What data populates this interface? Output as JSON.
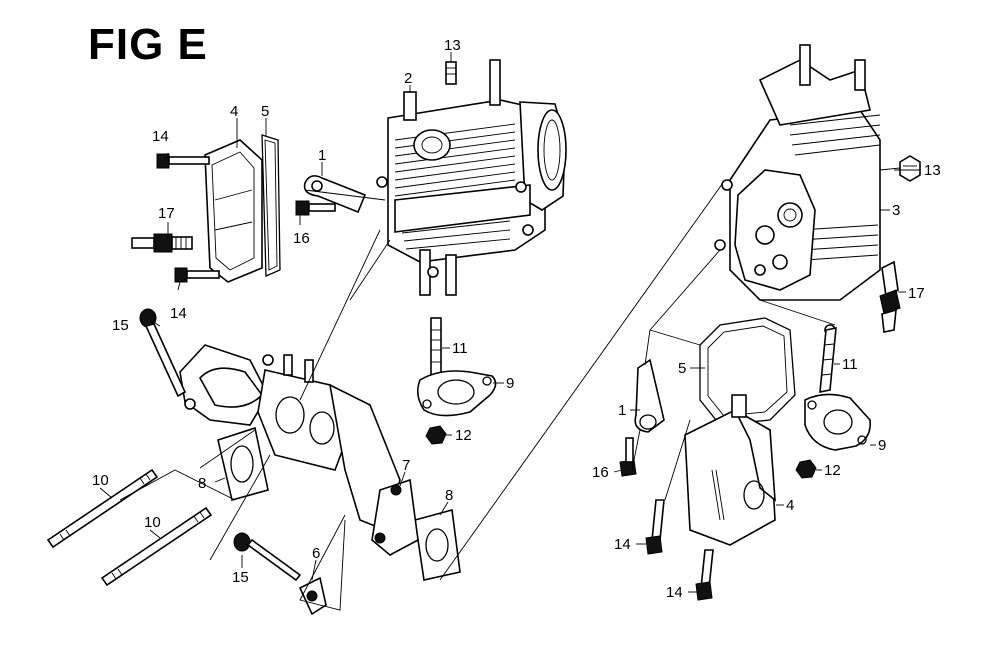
{
  "figure": {
    "title": "FIG E"
  },
  "callouts": {
    "c1a": "1",
    "c1b": "1",
    "c2": "2",
    "c3": "3",
    "c4a": "4",
    "c4b": "4",
    "c5a": "5",
    "c5b": "5",
    "c6": "6",
    "c7": "7",
    "c8a": "8",
    "c8b": "8",
    "c9a": "9",
    "c9b": "9",
    "c10a": "10",
    "c10b": "10",
    "c11a": "11",
    "c11b": "11",
    "c12a": "12",
    "c12b": "12",
    "c13a": "13",
    "c13b": "13",
    "c14a": "14",
    "c14b": "14",
    "c14c": "14",
    "c14d": "14",
    "c15a": "15",
    "c15b": "15",
    "c16a": "16",
    "c16b": "16",
    "c17a": "17",
    "c17b": "17"
  }
}
